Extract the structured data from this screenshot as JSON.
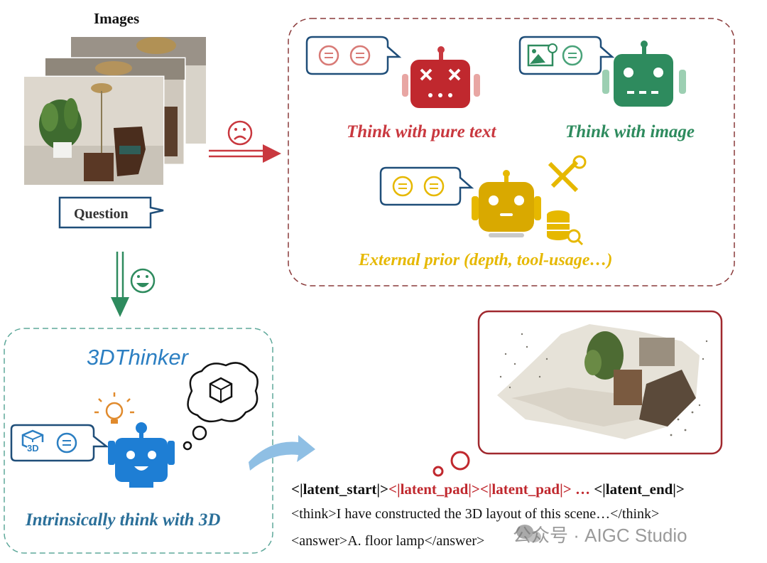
{
  "images_title": "Images",
  "question_label": "Question",
  "methods": {
    "pure_text": "Think with pure text",
    "image": "Think with image",
    "external_prior": "External prior (depth, tool-usage…)"
  },
  "thinker": {
    "name": "3DThinker",
    "tagline": "Intrinsically think with 3D",
    "bubble_badge": "3D"
  },
  "latent": {
    "start": "<|latent_start|>",
    "pads": "<|latent_pad|><|latent_pad|> …",
    "end": " <|latent_end|>"
  },
  "think_text": "<think>I have constructed the 3D layout of this scene…</think>",
  "answer_text": "<answer>A. floor lamp</answer>",
  "watermark": "公众号 · AIGC Studio",
  "colors": {
    "red": "#c9383f",
    "green": "#2e8b5e",
    "yellow": "#e6b800",
    "blue": "#2c7fc2",
    "navy": "#1f4e79"
  }
}
